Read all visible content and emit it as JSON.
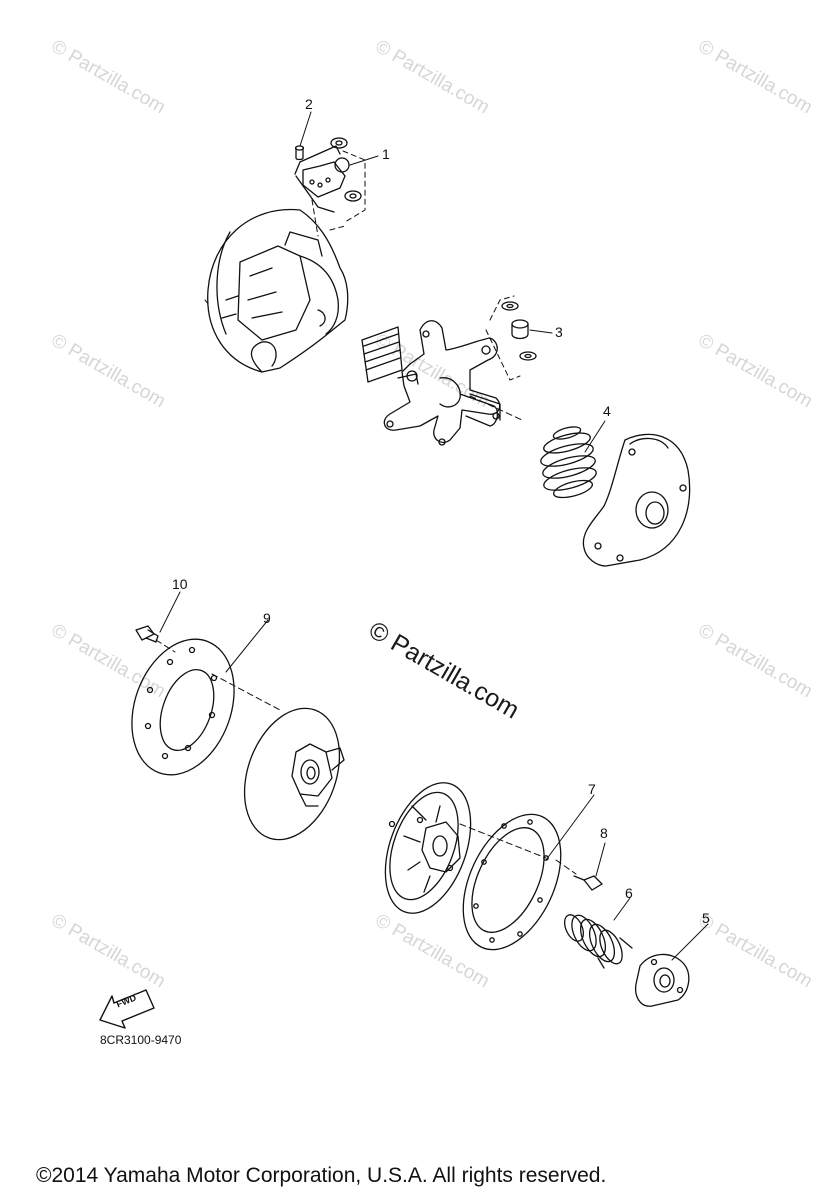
{
  "watermark_text": "© Partzilla.com",
  "center_watermark_text": "© Partzilla.com",
  "callouts": [
    {
      "id": "callout-1",
      "number": "1"
    },
    {
      "id": "callout-2",
      "number": "2"
    },
    {
      "id": "callout-3",
      "number": "3"
    },
    {
      "id": "callout-4",
      "number": "4"
    },
    {
      "id": "callout-5",
      "number": "5"
    },
    {
      "id": "callout-6",
      "number": "6"
    },
    {
      "id": "callout-7",
      "number": "7"
    },
    {
      "id": "callout-8",
      "number": "8"
    },
    {
      "id": "callout-9",
      "number": "9"
    },
    {
      "id": "callout-10",
      "number": "10"
    }
  ],
  "fwd_label": "FWD",
  "diagram_code": "8CR3100-9470",
  "copyright": "©2014  Yamaha Motor Corporation, U.S.A. All rights reserved."
}
